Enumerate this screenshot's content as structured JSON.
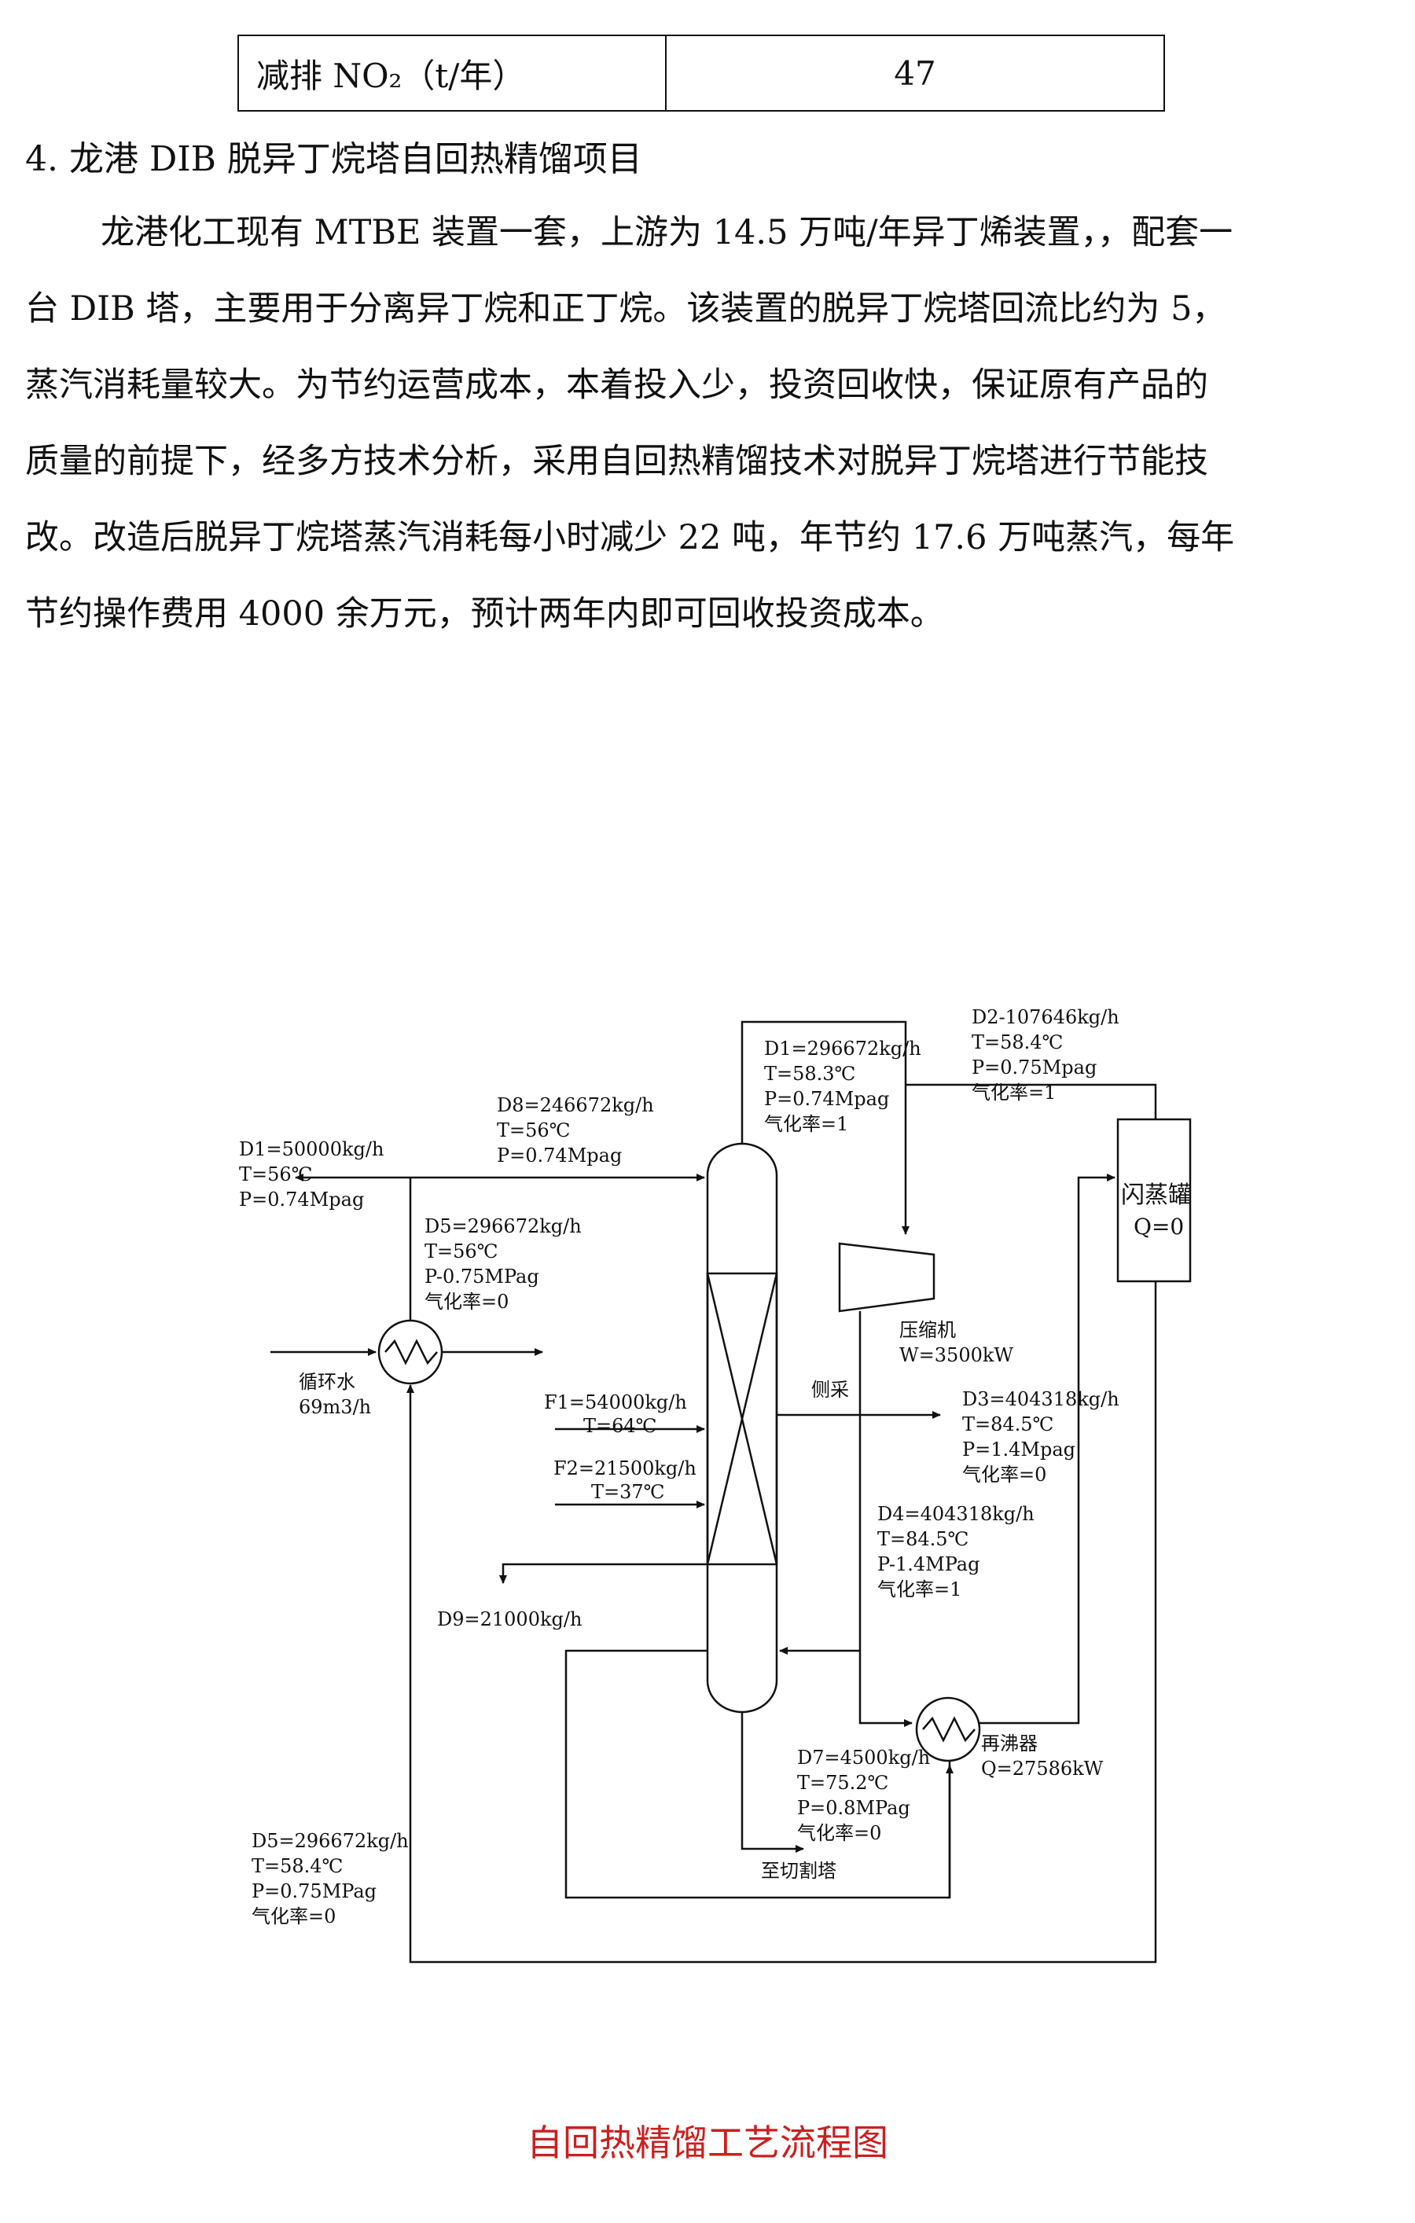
{
  "table": {
    "label": "减排 NO₂（t/年）",
    "value": "47"
  },
  "section": {
    "heading": "4.  龙港 DIB 脱异丁烷塔自回热精馏项目"
  },
  "paragraph": [
    "龙港化工现有 MTBE 装置一套，上游为 14.5 万吨/年异丁烯装置，，配套一",
    "台 DIB 塔，主要用于分离异丁烷和正丁烷。该装置的脱异丁烷塔回流比约为 5，",
    "蒸汽消耗量较大。为节约运营成本，本着投入少，投资回收快，保证原有产品的",
    "质量的前提下，经多方技术分析，采用自回热精馏技术对脱异丁烷塔进行节能技",
    "改。改造后脱异丁烷塔蒸汽消耗每小时减少 22 吨，年节约 17.6 万吨蒸汽，每年",
    "节约操作费用 4000 余万元，预计两年内即可回收投资成本。"
  ],
  "diagram": {
    "d1_left": [
      "D1=50000kg/h",
      "T=56℃",
      "P=0.74Mpag"
    ],
    "d8": [
      "D8=246672kg/h",
      "T=56℃",
      "P=0.74Mpag"
    ],
    "d5_top": [
      "D5=296672kg/h",
      "T=56℃",
      "P-0.75MPag",
      "气化率=0"
    ],
    "cooling_water": [
      "循环水",
      "69m3/h"
    ],
    "d1_top": [
      "D1=296672kg/h",
      "T=58.3℃",
      "P=0.74Mpag",
      "气化率=1"
    ],
    "d2": [
      "D2-107646kg/h",
      "T=58.4℃",
      "P=0.75Mpag",
      "气化率=1"
    ],
    "flash_tank": [
      "闪蒸罐",
      "Q=0"
    ],
    "compressor": [
      "压缩机",
      "W=3500kW"
    ],
    "side_draw": "侧采",
    "f1": [
      "F1=54000kg/h",
      "T=64℃"
    ],
    "f2": [
      "F2=21500kg/h",
      "T=37℃"
    ],
    "d3": [
      "D3=404318kg/h",
      "T=84.5℃",
      "P=1.4Mpag",
      "气化率=0"
    ],
    "d4": [
      "D4=404318kg/h",
      "T=84.5℃",
      "P-1.4MPag",
      "气化率=1"
    ],
    "d9": "D9=21000kg/h",
    "reboiler": [
      "再沸器",
      "Q=27586kW"
    ],
    "d7": [
      "D7=4500kg/h",
      "T=75.2℃",
      "P=0.8MPag",
      "气化率=0"
    ],
    "to_cutting": "至切割塔",
    "d5_bottom": [
      "D5=296672kg/h",
      "T=58.4℃",
      "P=0.75MPag",
      "气化率=0"
    ]
  },
  "caption": "自回热精馏工艺流程图"
}
